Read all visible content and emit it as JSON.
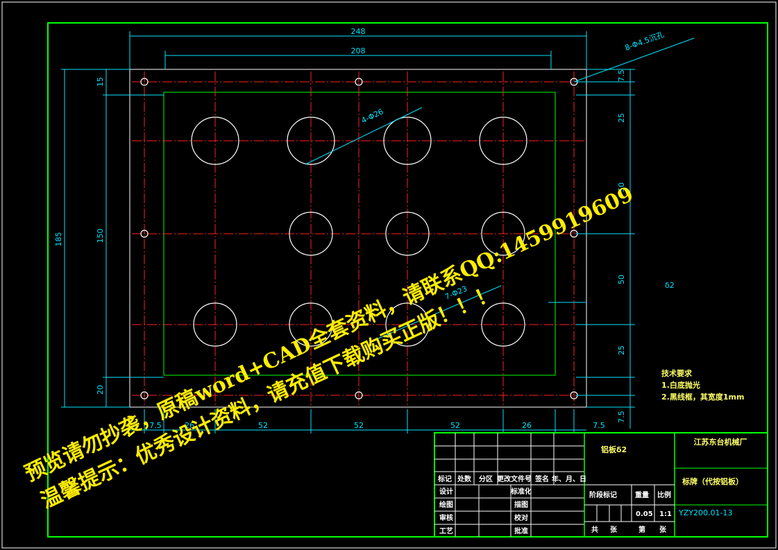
{
  "drawing": {
    "dims": {
      "width_outer": "248",
      "width_inner": "208",
      "height_outer": "185",
      "height_inner": "150",
      "top_offset": "15",
      "bottom_offset": "20",
      "holes_small": "8-Φ4.5沉孔",
      "holes_large": "4-Φ26",
      "holes_mid": "7-Φ23",
      "right_stack": [
        "7.5",
        "25",
        "50",
        "50",
        "25",
        "7.5"
      ],
      "bottom_row": [
        "7.5",
        "26",
        "52",
        "52",
        "52",
        "26",
        "7.5"
      ],
      "side_thickness": "δ2"
    },
    "notes": {
      "title": "技术要求",
      "line1": "1.白底抛光",
      "line2": "2.黑线框，其宽度1mm"
    }
  },
  "title_block": {
    "part_name": "铝板δ2",
    "company": "江苏东台机械厂",
    "drawing_title": "标牌（代按铝板）",
    "drawing_no": "YZY200.01-13",
    "weight": "0.05",
    "scale": "1:1",
    "headers": [
      "标记",
      "处数",
      "分区",
      "更改文件号",
      "签名",
      "年、月、日"
    ],
    "stage_label": "阶段标记",
    "weight_label": "重量",
    "scale_label": "比例",
    "roles_left": [
      "设计",
      "绘图",
      "审核",
      "工艺"
    ],
    "roles_right": [
      "标准化",
      "描图",
      "校对",
      "批准"
    ],
    "sheets": [
      "共",
      "张",
      "第",
      "张"
    ]
  },
  "watermark": {
    "line1": "预览请勿抄袭，原稿word+CAD全套资料，请联系QQ:1459919609",
    "line2": "温馨提示：优秀设计资料，请充值下载购买正版！！！"
  },
  "colors": {
    "frame": "#00ff00",
    "dim": "#00e5ff",
    "center": "#ff2020",
    "geom": "#ffffff",
    "watermark": "#ffee00"
  }
}
